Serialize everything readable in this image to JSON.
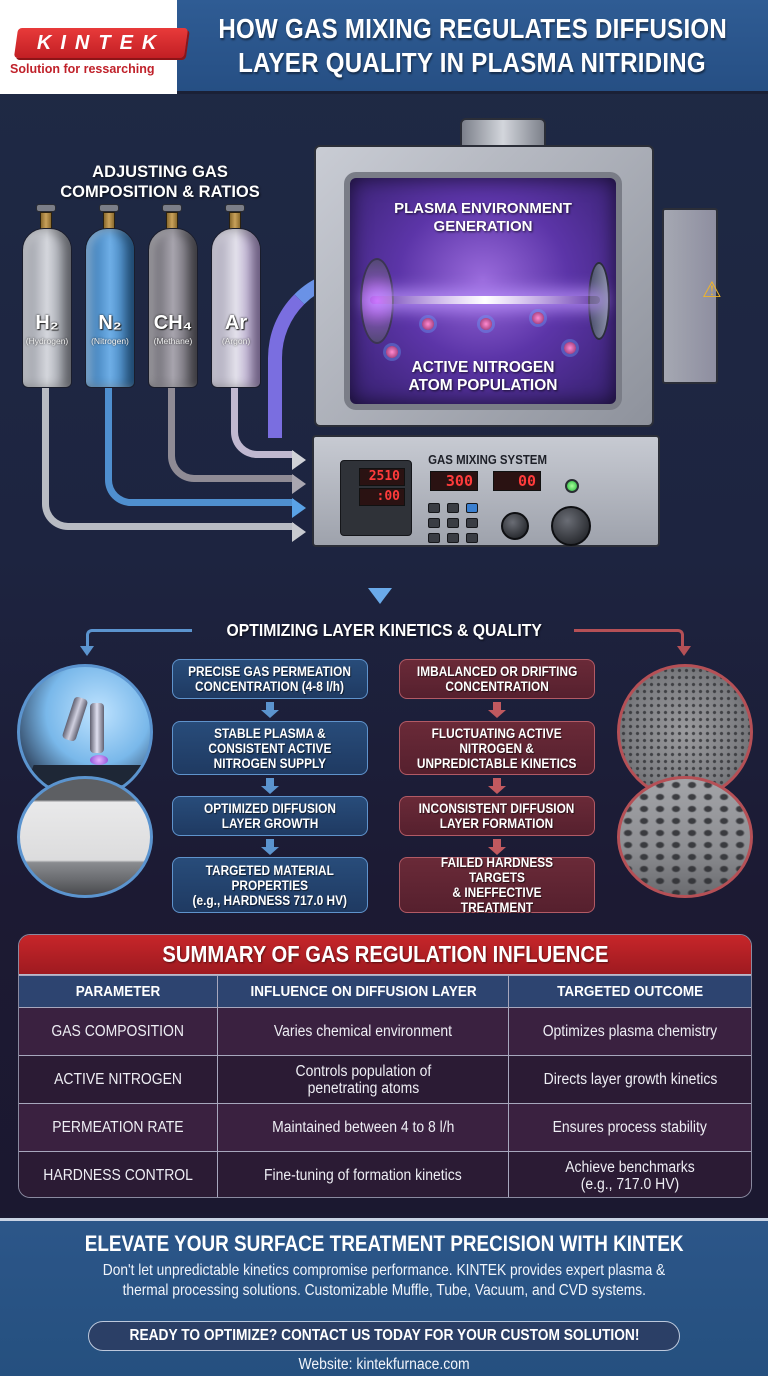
{
  "header": {
    "logo_text": "KINTEK",
    "logo_tagline": "Solution for ressarching",
    "title_line1": "HOW GAS MIXING REGULATES DIFFUSION",
    "title_line2": "LAYER QUALITY IN PLASMA NITRIDING"
  },
  "gas_section": {
    "title_line1": "ADJUSTING GAS",
    "title_line2": "COMPOSITION & RATIOS",
    "cylinders": [
      {
        "formula": "H₂",
        "name": "(Hydrogen)",
        "color": "#b9bcc4"
      },
      {
        "formula": "N₂",
        "name": "(Nitrogen)",
        "color": "#4f8fcf"
      },
      {
        "formula": "CH₄",
        "name": "(Methane)",
        "color": "#8a8790"
      },
      {
        "formula": "Ar",
        "name": "(Argon)",
        "color": "#c9c7d4"
      }
    ]
  },
  "chamber": {
    "label_top_line1": "PLASMA ENVIRONMENT",
    "label_top_line2": "GENERATION",
    "label_bottom_line1": "ACTIVE NITROGEN",
    "label_bottom_line2": "ATOM POPULATION",
    "warning_icon": "⚠"
  },
  "mixing_panel": {
    "title": "GAS MIXING SYSTEM",
    "display_1": "2510",
    "display_2": ":00",
    "display_3": "300",
    "display_4": "00"
  },
  "kinetics": {
    "title": "OPTIMIZING LAYER KINETICS & QUALITY",
    "good_path": [
      "PRECISE GAS PERMEATION\nCONCENTRATION (4-8 l/h)",
      "STABLE PLASMA &\nCONSISTENT ACTIVE\nNITROGEN SUPPLY",
      "OPTIMIZED DIFFUSION\nLAYER GROWTH",
      "TARGETED MATERIAL\nPROPERTIES\n(e.g., HARDNESS 717.0 HV)"
    ],
    "bad_path": [
      "IMBALANCED OR DRIFTING\nCONCENTRATION",
      "FLUCTUATING ACTIVE\nNITROGEN &\nUNPREDICTABLE KINETICS",
      "INCONSISTENT DIFFUSION\nLAYER FORMATION",
      "FAILED HARDNESS TARGETS\n& INEFFECTIVE\nTREATMENT"
    ],
    "good_color": "#5b94cf",
    "bad_color": "#b55056"
  },
  "summary": {
    "title": "SUMMARY OF GAS REGULATION INFLUENCE",
    "headers": [
      "PARAMETER",
      "INFLUENCE ON DIFFUSION LAYER",
      "TARGETED OUTCOME"
    ],
    "rows": [
      [
        "GAS COMPOSITION",
        "Varies chemical environment",
        "Optimizes plasma chemistry"
      ],
      [
        "ACTIVE NITROGEN",
        "Controls population of\npenetrating atoms",
        "Directs layer growth kinetics"
      ],
      [
        "PERMEATION RATE",
        "Maintained between 4 to 8 l/h",
        "Ensures process stability"
      ],
      [
        "HARDNESS CONTROL",
        "Fine-tuning of formation kinetics",
        "Achieve benchmarks\n(e.g., 717.0 HV)"
      ]
    ]
  },
  "footer": {
    "title": "ELEVATE YOUR SURFACE TREATMENT PRECISION WITH KINTEK",
    "text_line1": "Don't let unpredictable kinetics compromise performance. KINTEK provides expert plasma &",
    "text_line2": "thermal processing solutions. Customizable Muffle, Tube, Vacuum, and CVD systems.",
    "cta": "READY TO OPTIMIZE? CONTACT US TODAY FOR YOUR CUSTOM SOLUTION!",
    "website": "Website: kintekfurnace.com"
  }
}
